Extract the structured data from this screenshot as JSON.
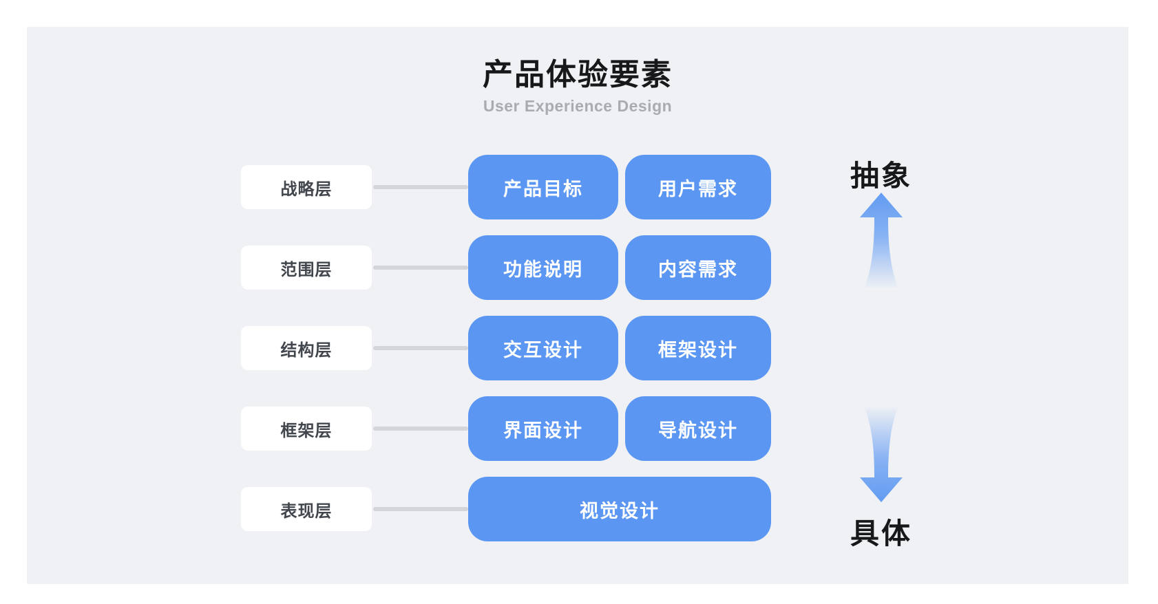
{
  "header": {
    "title": "产品体验要素",
    "subtitle": "User Experience Design"
  },
  "rows": [
    {
      "label": "战略层",
      "items": [
        "产品目标",
        "用户需求"
      ]
    },
    {
      "label": "范围层",
      "items": [
        "功能说明",
        "内容需求"
      ]
    },
    {
      "label": "结构层",
      "items": [
        "交互设计",
        "框架设计"
      ]
    },
    {
      "label": "框架层",
      "items": [
        "界面设计",
        "导航设计"
      ]
    },
    {
      "label": "表现层",
      "items": [
        "视觉设计"
      ]
    }
  ],
  "axis": {
    "top_label": "抽象",
    "bottom_label": "具体",
    "up_icon": "arrow-up",
    "down_icon": "arrow-down"
  },
  "colors": {
    "accent": "#5b97f2",
    "card-bg": "#eff1f5",
    "page-bg": "#ffffff",
    "line": "#d3d5d9",
    "label-text": "#42474e",
    "title": "#17181a",
    "subtitle": "#a8abb0"
  }
}
